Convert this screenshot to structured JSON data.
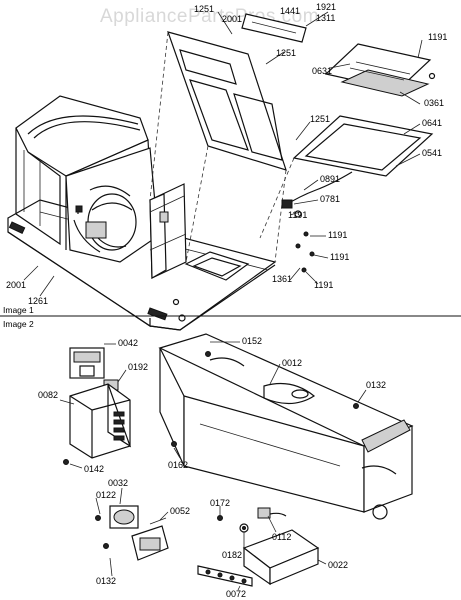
{
  "watermark": "AppliancePartsPros.com",
  "captions": {
    "image1": "Image 1",
    "image2": "Image 2"
  },
  "labels": {
    "p1251a": "1251",
    "p2001a": "2001",
    "p1441": "1441",
    "p1921": "1921",
    "p1311": "1311",
    "p1191a": "1191",
    "p0631": "0631",
    "p0361": "0361",
    "p1251b": "1251",
    "p1251c": "1251",
    "p0641": "0641",
    "p0541": "0541",
    "p0891": "0891",
    "p0781": "0781",
    "p1191b": "1191",
    "p1191c": "1191",
    "p1191d": "1191",
    "p1361": "1361",
    "p1191e": "1191",
    "p2001b": "2001",
    "p1261": "1261",
    "p0042": "0042",
    "p0152": "0152",
    "p0012": "0012",
    "p0192": "0192",
    "p0132a": "0132",
    "p0082": "0082",
    "p0162": "0162",
    "p0142": "0142",
    "p0032": "0032",
    "p0122": "0122",
    "p0052": "0052",
    "p0172": "0172",
    "p0112": "0112",
    "p0182": "0182",
    "p0022": "0022",
    "p0132b": "0132",
    "p0072": "0072"
  }
}
